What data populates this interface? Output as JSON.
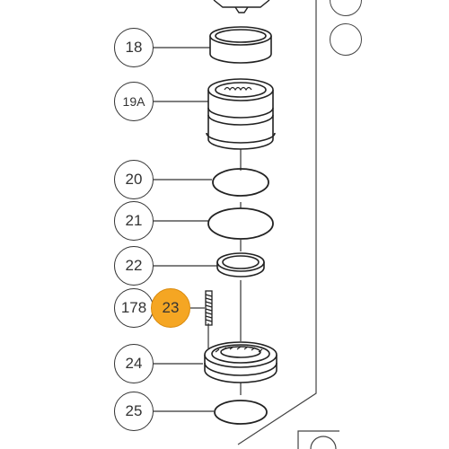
{
  "callouts": {
    "c18": "18",
    "c19a": "19A",
    "c20": "20",
    "c21": "21",
    "c22": "22",
    "c178": "178",
    "c23": "23",
    "c24": "24",
    "c25": "25"
  },
  "colors": {
    "line": "#333333",
    "highlight": "#f5a623"
  }
}
